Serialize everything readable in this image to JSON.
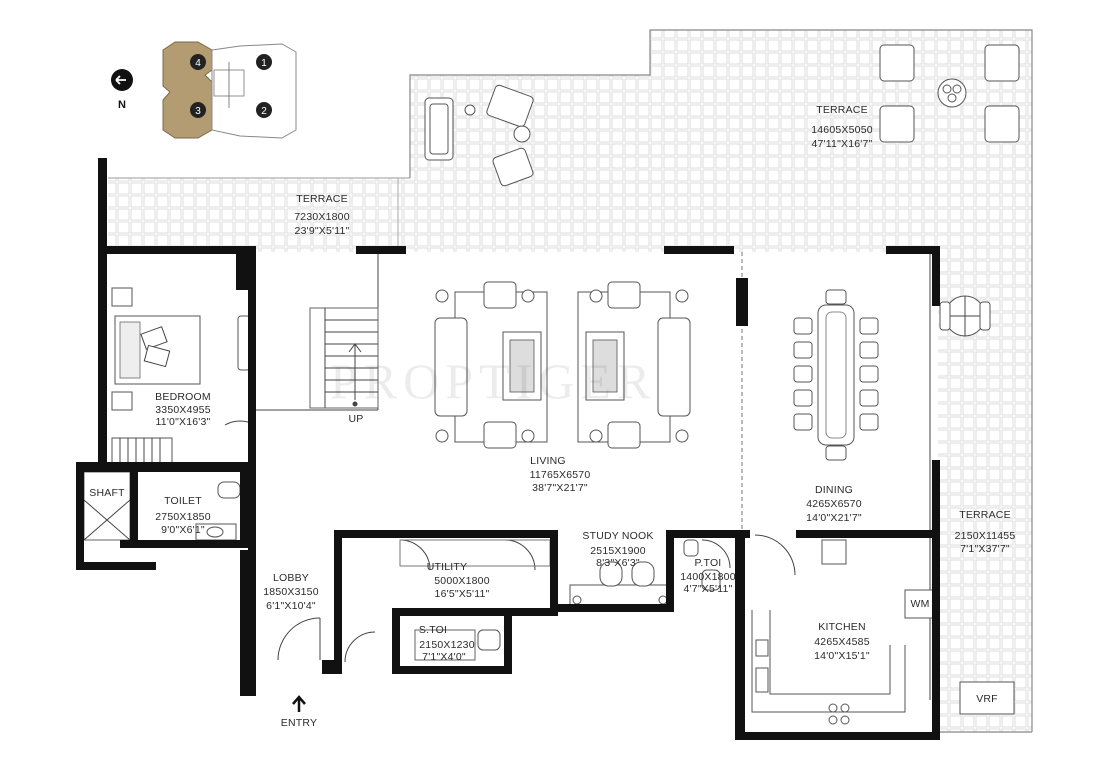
{
  "key_plan": {
    "north_label": "N",
    "units": [
      "1",
      "2",
      "3",
      "4"
    ]
  },
  "watermark": "PROPTIGER",
  "rooms": [
    {
      "id": "terrace-top",
      "name": "TERRACE",
      "metric": "14605X5050",
      "imperial": "47'11\"X16'7\""
    },
    {
      "id": "terrace-left",
      "name": "TERRACE",
      "metric": "7230X1800",
      "imperial": "23'9\"X5'11\""
    },
    {
      "id": "bedroom",
      "name": "BEDROOM",
      "metric": "3350X4955",
      "imperial": "11'0\"X16'3\""
    },
    {
      "id": "living",
      "name": "LIVING",
      "metric": "11765X6570",
      "imperial": "38'7\"X21'7\""
    },
    {
      "id": "dining",
      "name": "DINING",
      "metric": "4265X6570",
      "imperial": "14'0\"X21'7\""
    },
    {
      "id": "terrace-right",
      "name": "TERRACE",
      "metric": "2150X11455",
      "imperial": "7'1\"X37'7\""
    },
    {
      "id": "toilet",
      "name": "TOILET",
      "metric": "2750X1850",
      "imperial": "9'0\"X6'1\""
    },
    {
      "id": "lobby",
      "name": "LOBBY",
      "metric": "1850X3150",
      "imperial": "6'1\"X10'4\""
    },
    {
      "id": "utility",
      "name": "UTILITY",
      "metric": "5000X1800",
      "imperial": "16'5\"X5'11\""
    },
    {
      "id": "study-nook",
      "name": "STUDY NOOK",
      "metric": "2515X1900",
      "imperial": "8'3\"X6'3\""
    },
    {
      "id": "p-toi",
      "name": "P.TOI",
      "metric": "1400X1800",
      "imperial": "4'7\"X5'11\""
    },
    {
      "id": "s-toi",
      "name": "S.TOI",
      "metric": "2150X1230",
      "imperial": "7'1\"X4'0\""
    },
    {
      "id": "kitchen",
      "name": "KITCHEN",
      "metric": "4265X4585",
      "imperial": "14'0\"X15'1\""
    }
  ],
  "labels": {
    "shaft": "SHAFT",
    "up": "UP",
    "wm": "WM",
    "vrf": "VRF",
    "entry": "ENTRY"
  }
}
